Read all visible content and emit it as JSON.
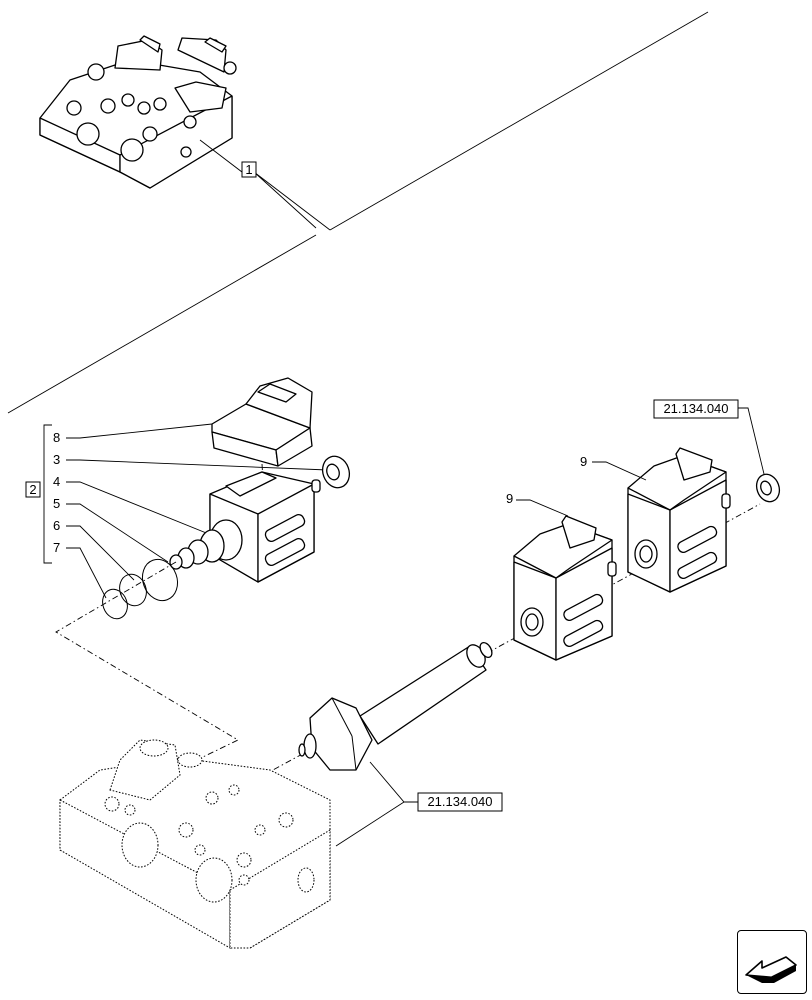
{
  "callouts": {
    "ref_1": "1",
    "ref_2": "2",
    "item_3": "3",
    "item_4": "4",
    "item_5": "5",
    "item_6": "6",
    "item_7": "7",
    "item_8": "8",
    "item_9_a": "9",
    "item_9_b": "9"
  },
  "references": {
    "upper": "21.134.040",
    "lower": "21.134.040"
  },
  "nav": {
    "icon": "previous-page-arrow-icon"
  }
}
